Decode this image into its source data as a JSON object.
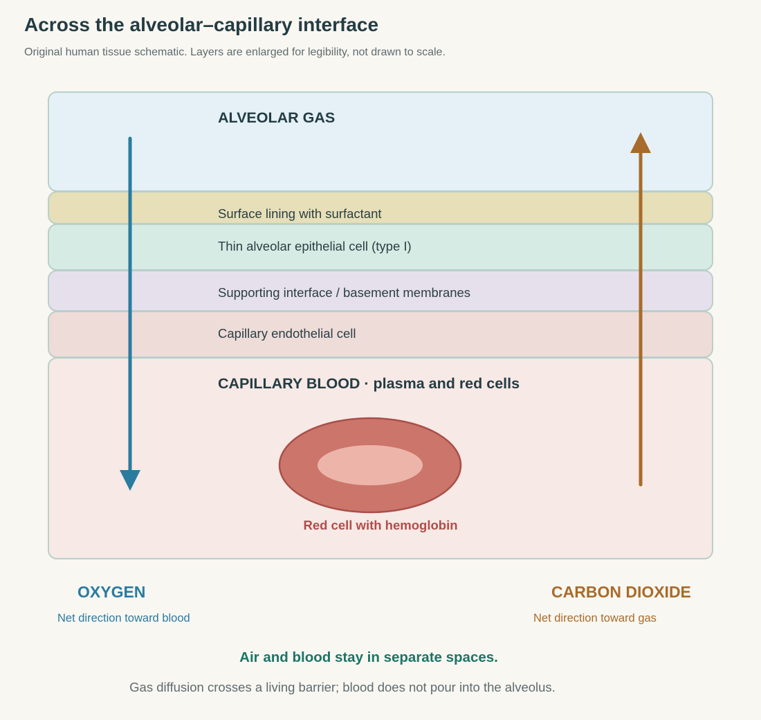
{
  "title": "Across the alveolar–capillary interface",
  "subtitle": "Original human tissue schematic. Layers are enlarged for legibility, not drawn to scale.",
  "zones": {
    "alveolar_gas": "ALVEOLAR GAS",
    "capillary_blood": "CAPILLARY BLOOD · plasma and red cells"
  },
  "layers": [
    {
      "label": "Surface lining with surfactant",
      "color": "#e6dfb8"
    },
    {
      "label": "Thin alveolar epithelial cell (type I)",
      "color": "#d6ebe3"
    },
    {
      "label": "Supporting interface / basement membranes",
      "color": "#e6e0ec"
    },
    {
      "label": "Capillary endothelial cell",
      "color": "#eedcd8"
    }
  ],
  "red_cell": {
    "label": "Red cell with hemoglobin",
    "color": "#cc756b",
    "center_color": "#edb5a9"
  },
  "oxygen": {
    "name": "OXYGEN",
    "note": "Net direction toward blood",
    "color": "#2a7ba0"
  },
  "carbon_dioxide": {
    "name": "CARBON DIOXIDE",
    "note": "Net direction toward gas",
    "color": "#a86b2a"
  },
  "footer": {
    "headline": "Air and blood stay in separate spaces.",
    "body": "Gas diffusion crosses a living barrier; blood does not pour into the alveolus."
  },
  "colors": {
    "alveolar_gas_fill": "#e5f1f6",
    "capillary_blood_fill": "#f7e9e5",
    "border": "#b9cfca"
  }
}
